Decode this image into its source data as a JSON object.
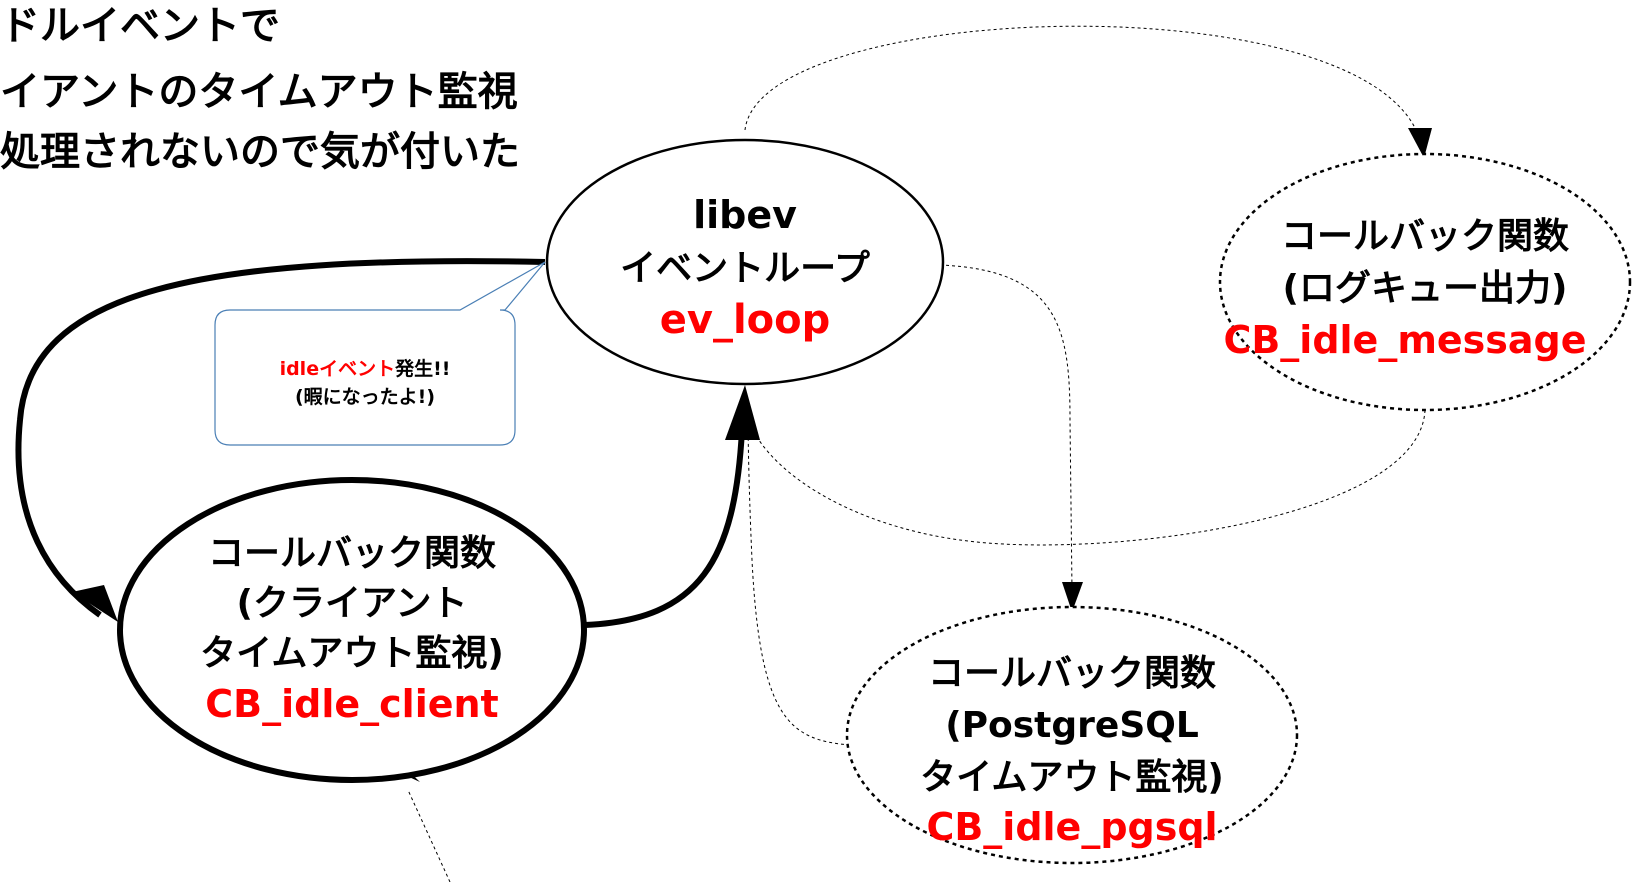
{
  "title_lines": [
    "ドルイベントで",
    "イアントのタイムアウト監視",
    "処理されないので気が付いた"
  ],
  "nodes": {
    "ev_loop": {
      "line1": "libev",
      "line2": "イベントループ",
      "name": "ev_loop"
    },
    "client": {
      "line1": "コールバック関数",
      "line2": "(クライアント",
      "line3": "タイムアウト監視)",
      "name": "CB_idle_client"
    },
    "message": {
      "line1": "コールバック関数",
      "line2": "(ログキュー出力)",
      "name": "CB_idle_message"
    },
    "pgsql": {
      "line1": "コールバック関数",
      "line2": "(PostgreSQL",
      "line3": "タイムアウト監視)",
      "name": "CB_idle_pgsql"
    }
  },
  "callout": {
    "event": "idleイベント",
    "occurred": "発生!!",
    "sub": "(暇になったよ!)"
  },
  "colors": {
    "accent": "#ff0000",
    "callout_border": "#4a7fb5",
    "line": "#000000"
  }
}
